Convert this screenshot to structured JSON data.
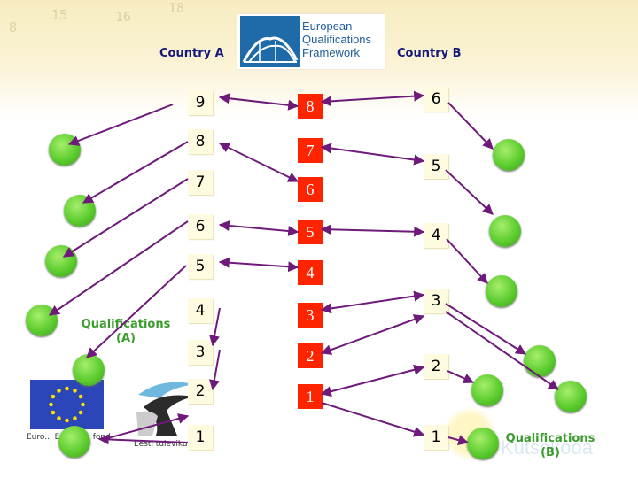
{
  "header": {
    "logo_text": "European\nQualifications\nFramework",
    "country_a": "Country A",
    "country_b": "Country B"
  },
  "country_a_levels": [
    "9",
    "8",
    "7",
    "6",
    "5",
    "4",
    "3",
    "2",
    "1"
  ],
  "eqf_levels": [
    "8",
    "7",
    "6",
    "5",
    "4",
    "3",
    "2",
    "1"
  ],
  "country_b_levels": [
    "6",
    "5",
    "4",
    "3",
    "2",
    "1"
  ],
  "labels": {
    "qualifications_a": "Qualifications (A)",
    "qualifications_b": "Qualifications (B)"
  },
  "logos": {
    "eu_caption": "Euro... Europa... fond",
    "estonia_caption": "Eesti tuleviku h...",
    "kutsekoda": "Kutsekoda"
  },
  "colors": {
    "eqf_box": "#ff2400",
    "arrow": "#6e1a7a",
    "ball": "#5ccc2e",
    "label_blue": "#16197a",
    "label_green": "#3b9b2c"
  }
}
